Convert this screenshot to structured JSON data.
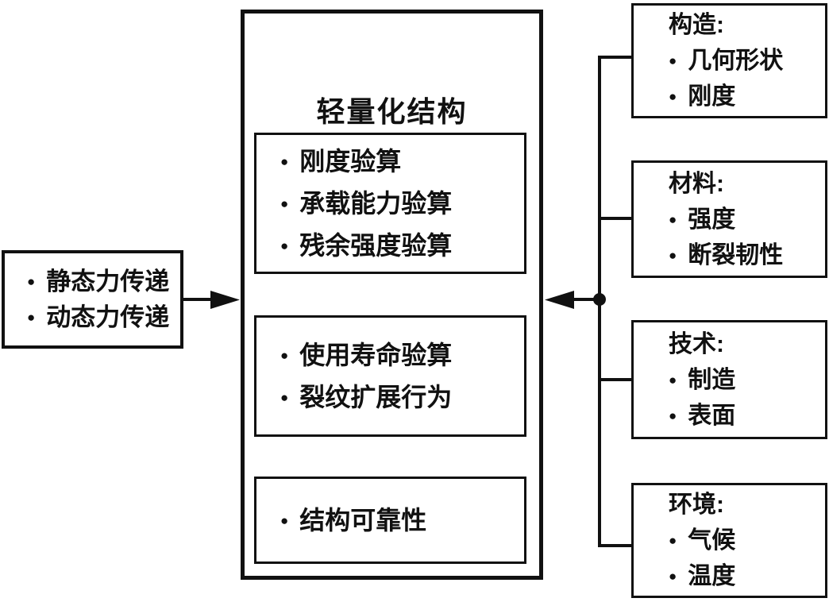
{
  "diagram": {
    "bullet": "●",
    "left_box": {
      "items": [
        "静态力传递",
        "动态力传递"
      ]
    },
    "center_box": {
      "title": "轻量化结构",
      "groups": [
        {
          "items": [
            "刚度验算",
            "承载能力验算",
            "残余强度验算"
          ]
        },
        {
          "items": [
            "使用寿命验算",
            "裂纹扩展行为"
          ]
        },
        {
          "items": [
            "结构可靠性"
          ]
        }
      ]
    },
    "right_boxes": [
      {
        "title": "构造:",
        "items": [
          "几何形状",
          "刚度"
        ]
      },
      {
        "title": "材料:",
        "items": [
          "强度",
          "断裂韧性"
        ]
      },
      {
        "title": "技术:",
        "items": [
          "制造",
          "表面"
        ]
      },
      {
        "title": "环境:",
        "items": [
          "气候",
          "温度"
        ]
      }
    ],
    "colors": {
      "line": "#111111",
      "background": "#ffffff"
    }
  }
}
